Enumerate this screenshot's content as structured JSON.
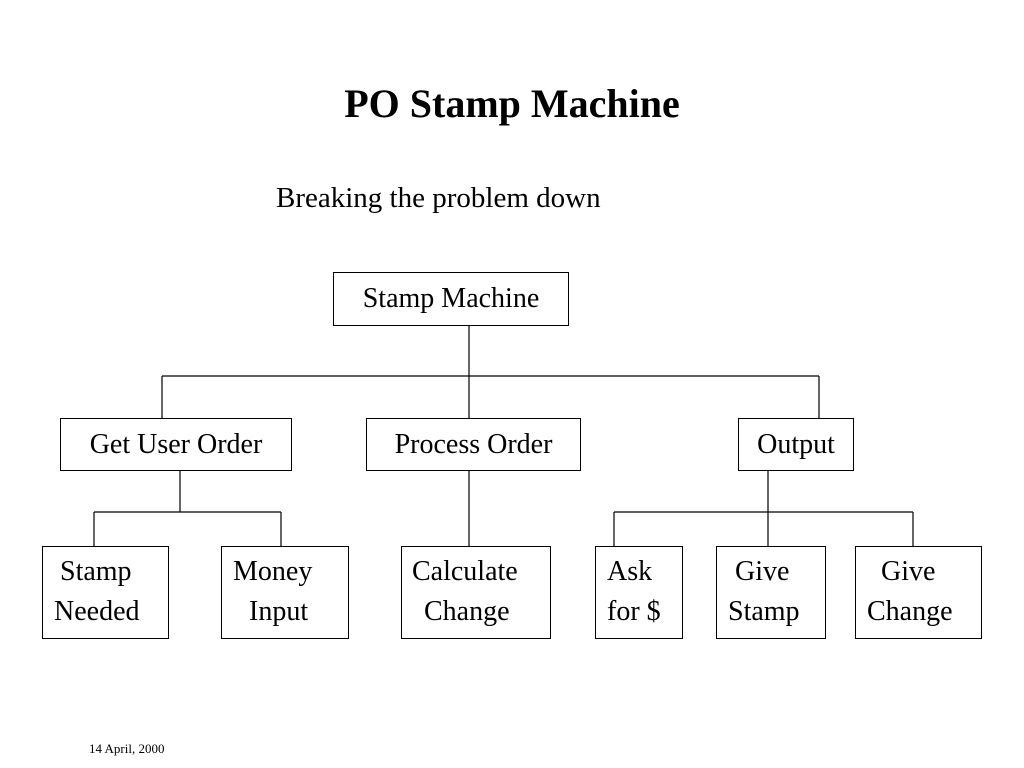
{
  "title": "PO Stamp Machine",
  "subtitle": "Breaking the problem down",
  "footer_date": "14 April, 2000",
  "nodes": {
    "root": "Stamp Machine",
    "get_user_order": "Get User Order",
    "process_order": "Process Order",
    "output": "Output",
    "stamp_needed": {
      "line1": "Stamp",
      "line2": "Needed"
    },
    "money_input": {
      "line1": "Money",
      "line2": "Input"
    },
    "calculate_change": {
      "line1": "Calculate",
      "line2": "Change"
    },
    "ask_for_money": {
      "line1": "Ask",
      "line2": "for $"
    },
    "give_stamp": {
      "line1": "Give",
      "line2": "Stamp"
    },
    "give_change": {
      "line1": "Give",
      "line2": "Change"
    }
  },
  "tree": {
    "root": [
      "get_user_order",
      "process_order",
      "output"
    ],
    "get_user_order": [
      "stamp_needed",
      "money_input"
    ],
    "process_order": [
      "calculate_change"
    ],
    "output": [
      "ask_for_money",
      "give_stamp",
      "give_change"
    ]
  }
}
